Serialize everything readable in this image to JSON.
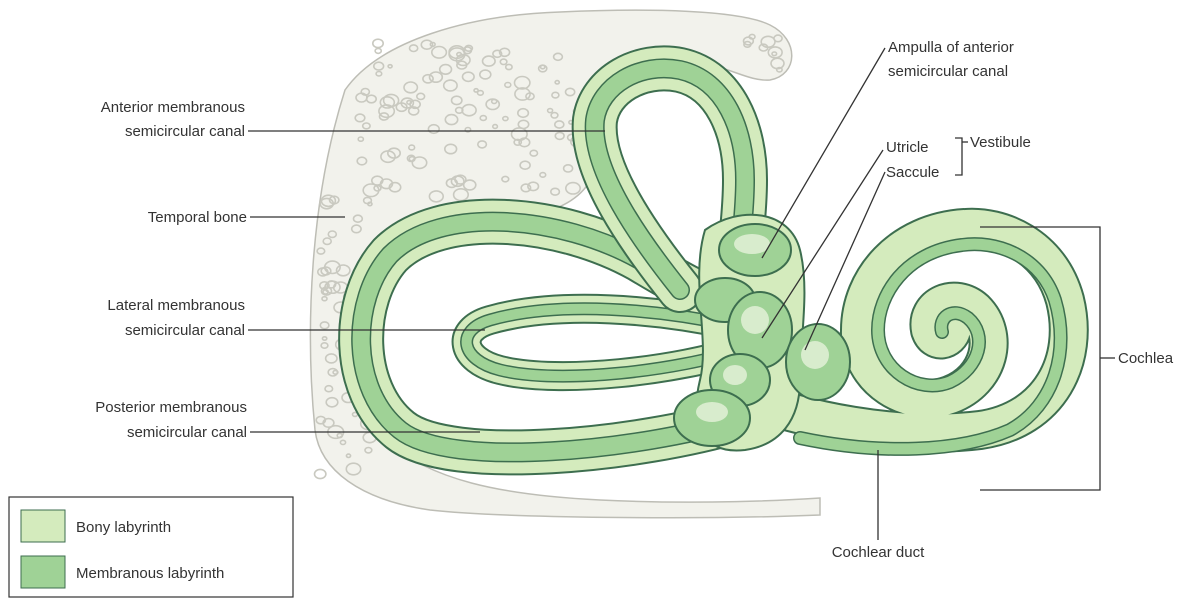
{
  "colors": {
    "bony": "#d4ebbd",
    "membranous": "#9fd296",
    "outline": "#3d6e4f",
    "bone": "#f2f2ec",
    "leader": "#333333"
  },
  "labels": {
    "anterior_canal_1": "Anterior membranous",
    "anterior_canal_2": "semicircular canal",
    "temporal_bone": "Temporal bone",
    "lateral_canal_1": "Lateral membranous",
    "lateral_canal_2": "semicircular canal",
    "posterior_canal_1": "Posterior membranous",
    "posterior_canal_2": "semicircular canal",
    "ampulla_1": "Ampulla of anterior",
    "ampulla_2": "semicircular canal",
    "utricle": "Utricle",
    "saccule": "Saccule",
    "vestibule": "Vestibule",
    "cochlea": "Cochlea",
    "cochlear_duct": "Cochlear duct"
  },
  "legend": {
    "bony": "Bony labyrinth",
    "membranous": "Membranous labyrinth"
  }
}
